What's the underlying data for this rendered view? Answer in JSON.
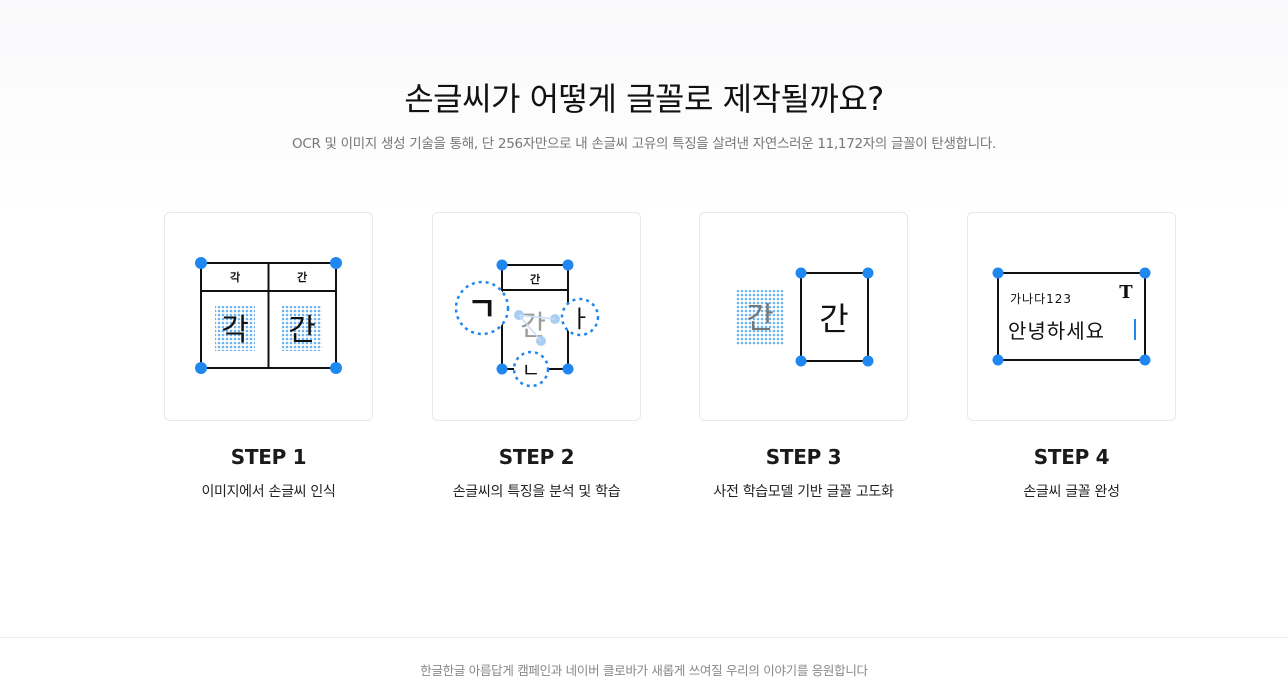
{
  "header": {
    "title": "손글씨가 어떻게 글꼴로 제작될까요?",
    "subtitle": "OCR 및 이미지 생성 기술을 통해, 단 256자만으로 내 손글씨 고유의 특징을 살려낸 자연스러운 11,172자의 글꼴이 탄생합니다."
  },
  "steps": [
    {
      "title": "STEP 1",
      "description": "이미지에서 손글씨 인식",
      "illustration": {
        "cell_labels": [
          "각",
          "간"
        ],
        "chars": [
          "각",
          "간"
        ]
      }
    },
    {
      "title": "STEP 2",
      "description": "손글씨의 특징을 분석 및 학습",
      "illustration": {
        "cell_label": "간",
        "char": "간",
        "parts": [
          "ㄱ",
          "ㅏ",
          "ㄴ"
        ]
      }
    },
    {
      "title": "STEP 3",
      "description": "사전 학습모델 기반 글꼴 고도화",
      "illustration": {
        "chars": [
          "간",
          "간"
        ]
      }
    },
    {
      "title": "STEP 4",
      "description": "손글씨 글꼴 완성",
      "illustration": {
        "line1": "가나다123",
        "line2": "안녕하세요",
        "type_icon": "T"
      }
    }
  ],
  "footer": {
    "text": "한글한글 아름답게 캠페인과 네이버 클로바가 새롭게 쓰여질 우리의 이야기를 응원합니다"
  },
  "colors": {
    "accent": "#1f87f0",
    "pattern": "#6fb4ef"
  }
}
